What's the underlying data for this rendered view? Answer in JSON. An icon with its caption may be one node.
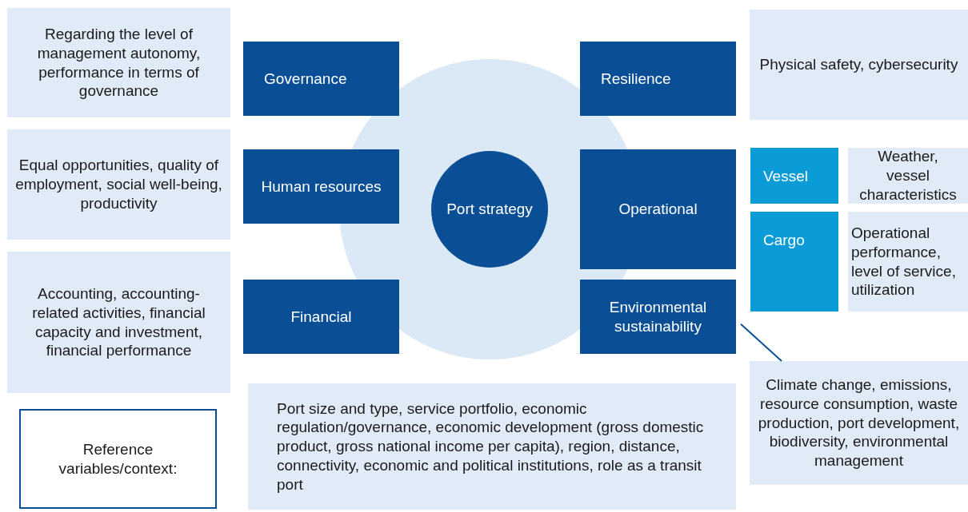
{
  "diagram": {
    "nodes": [
      {
        "text": [
          "Regarding the level of management autonomy, performance in terms of governance"
        ]
      },
      {
        "text": [
          "Governance"
        ]
      },
      {
        "text": [
          "Resilience"
        ]
      },
      {
        "text": [
          "Physical safety, cybersecurity"
        ]
      },
      {
        "text": [
          "Equal opportunities, quality of employment, social well-being, productivity"
        ]
      },
      {
        "text": [
          "Human resources"
        ]
      },
      {
        "text": [
          "Port strategy"
        ]
      },
      {
        "text": [
          "Operational"
        ]
      },
      {
        "text": [
          "Vessel"
        ]
      },
      {
        "text": [
          "Weather, vessel characteristics"
        ]
      },
      {
        "text": [
          "Cargo"
        ]
      },
      {
        "text": [
          "Operational performance, level of service, utilization"
        ]
      },
      {
        "text": [
          "Accounting, accounting-related activities, financial capacity and investment, financial performance"
        ]
      },
      {
        "text": [
          "Financial"
        ]
      },
      {
        "text": [
          "Environmental sustainability"
        ]
      },
      {
        "text": [
          "Climate change, emissions, resource consumption, waste production, port development, biodiversity, environmental management"
        ]
      },
      {
        "text": [
          "Reference variables/context:"
        ]
      },
      {
        "text": [
          "Port size and type, service portfolio, economic regulation/governance, economic development (gross domestic product, gross national income per capita), region, distance, connectivity, economic and political institutions, role as a transit port"
        ]
      }
    ],
    "edges": [
      {
        "from": 14,
        "to": 15,
        "arrow": "none"
      }
    ]
  }
}
